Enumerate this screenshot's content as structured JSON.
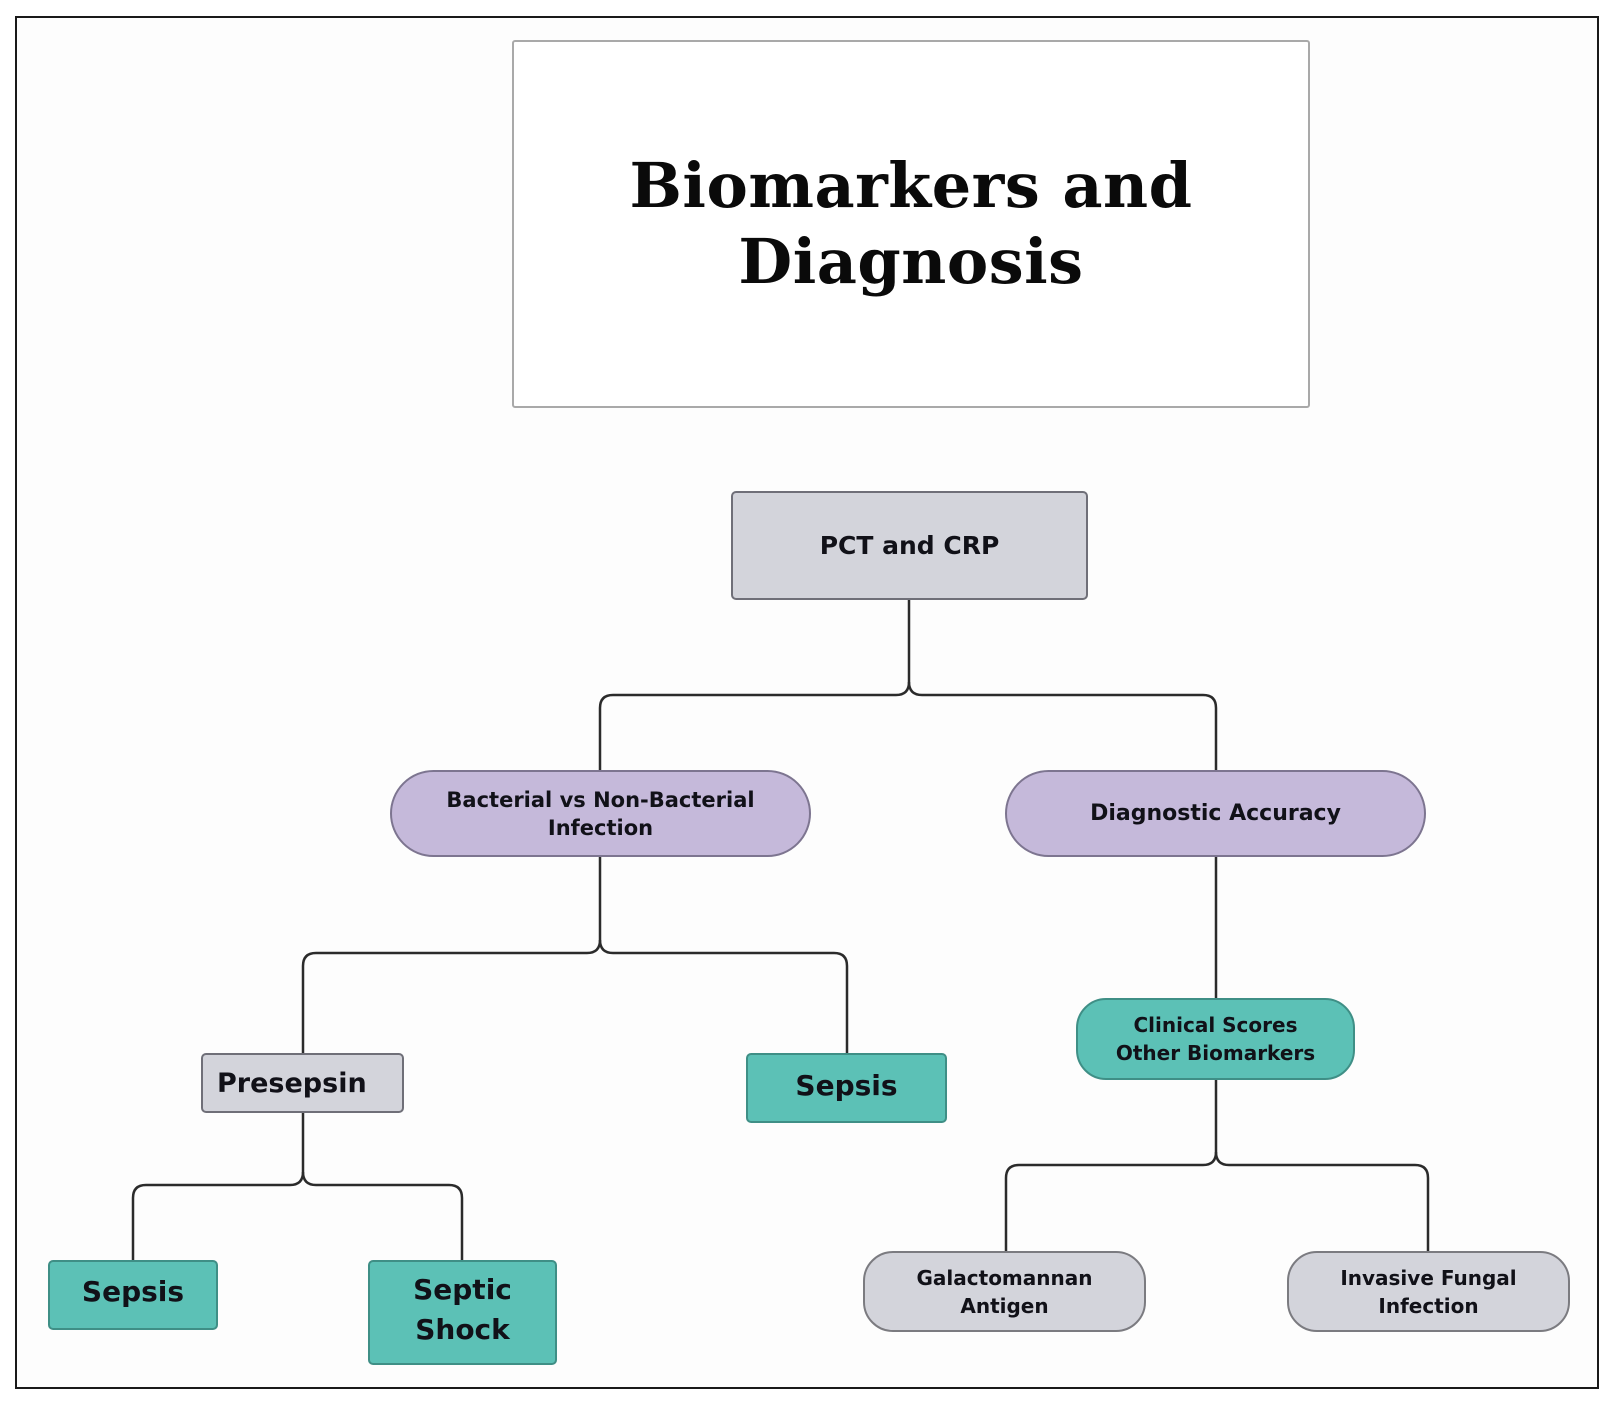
{
  "title": "Biomarkers and\nDiagnosis",
  "colors": {
    "gray_node": "#d3d4db",
    "purple_node": "#c5b9da",
    "teal_node": "#5cc1b6",
    "connector": "#2b2b2b",
    "frame": "#1a1a1a"
  },
  "nodes": {
    "root": {
      "label": "PCT and CRP",
      "style": "gray-rect"
    },
    "bacterial": {
      "label": "Bacterial vs Non-Bacterial\nInfection",
      "style": "purple-pill"
    },
    "accuracy": {
      "label": "Diagnostic Accuracy",
      "style": "purple-pill"
    },
    "presepsin": {
      "label": "Presepsin",
      "style": "gray-rect"
    },
    "sepsis_mid": {
      "label": "Sepsis",
      "style": "teal-rect"
    },
    "clinical": {
      "label": "Clinical Scores\nOther Biomarkers",
      "style": "teal-pill"
    },
    "sepsis_low": {
      "label": "Sepsis",
      "style": "teal-rect"
    },
    "septic_shock": {
      "label": "Septic\nShock",
      "style": "teal-rect"
    },
    "galactomannan": {
      "label": "Galactomannan\nAntigen",
      "style": "gray-pill"
    },
    "fungal": {
      "label": "Invasive Fungal\nInfection",
      "style": "gray-pill"
    }
  },
  "edges": [
    [
      "root",
      "bacterial"
    ],
    [
      "root",
      "accuracy"
    ],
    [
      "bacterial",
      "presepsin"
    ],
    [
      "bacterial",
      "sepsis_mid"
    ],
    [
      "accuracy",
      "clinical"
    ],
    [
      "presepsin",
      "sepsis_low"
    ],
    [
      "presepsin",
      "septic_shock"
    ],
    [
      "clinical",
      "galactomannan"
    ],
    [
      "clinical",
      "fungal"
    ]
  ]
}
